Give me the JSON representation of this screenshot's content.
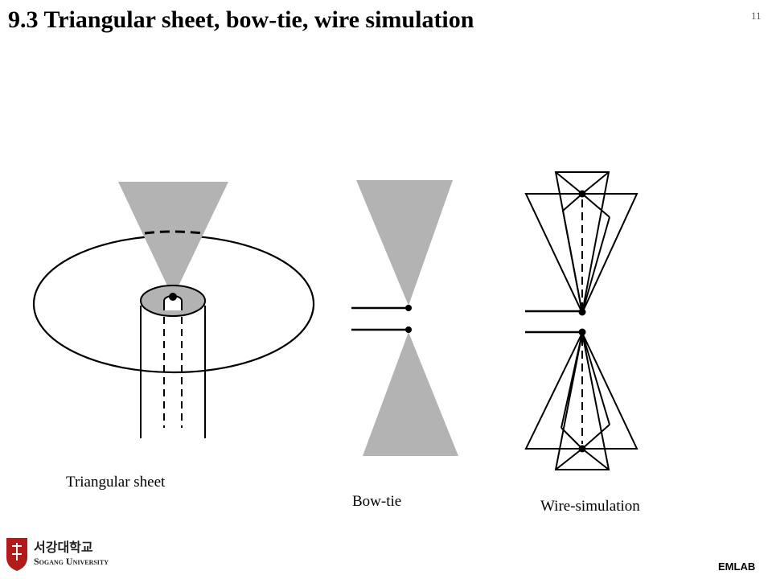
{
  "slide": {
    "title": "9.3 Triangular sheet, bow-tie, wire simulation",
    "page_number": "11"
  },
  "figure": {
    "triangular_sheet_caption": "Triangular sheet",
    "bow_tie_caption": "Bow-tie",
    "wire_simulation_caption": "Wire-simulation"
  },
  "footer": {
    "university_korean": "서강대학교",
    "university_english": "Sogang University",
    "lab": "EMLAB"
  },
  "colors": {
    "sheet_fill": "#b3b3b3",
    "line": "#000000",
    "logo_red": "#b31b1b"
  }
}
